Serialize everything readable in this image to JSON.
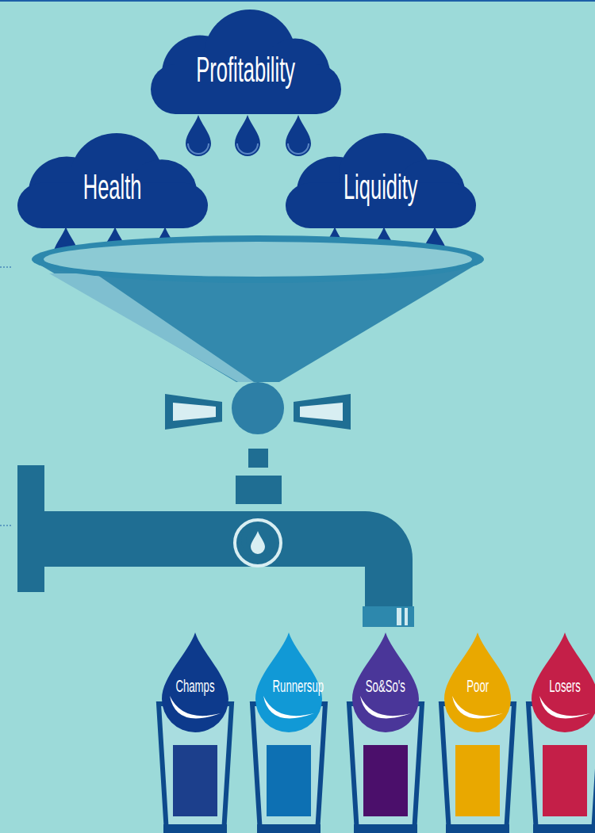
{
  "diagram": {
    "nodes": [
      {
        "text": [
          "Profitability"
        ]
      },
      {
        "text": [
          "Health"
        ]
      },
      {
        "text": [
          "Liquidity"
        ]
      },
      {
        "text": [
          "Champs"
        ]
      },
      {
        "text": [
          "Runnersup"
        ]
      },
      {
        "text": [
          "So&So's"
        ]
      },
      {
        "text": [
          "Poor"
        ]
      },
      {
        "text": [
          "Losers"
        ]
      }
    ]
  }
}
